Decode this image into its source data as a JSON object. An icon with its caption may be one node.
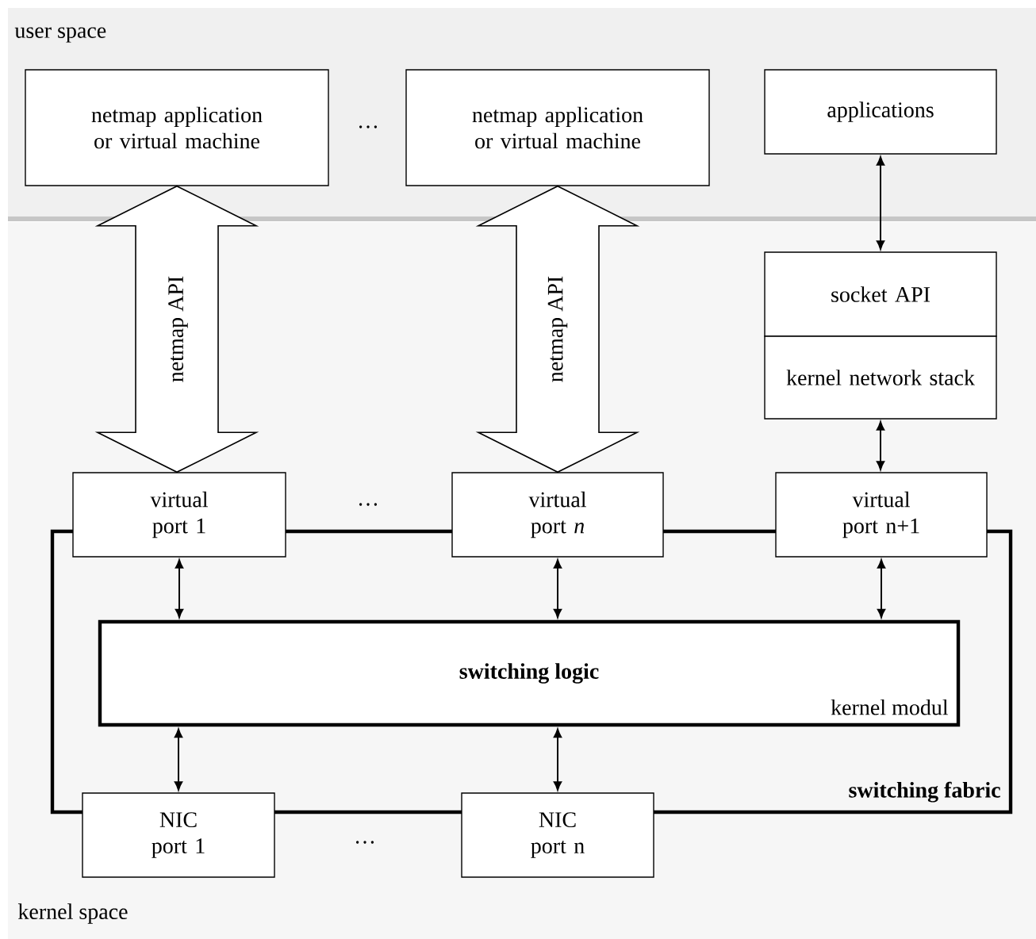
{
  "diagram": {
    "nodes": [
      {
        "text": [
          "user space"
        ]
      },
      {
        "text": [
          "netmap application or virtual machine"
        ],
        "in": 0
      },
      {
        "text": [
          "netmap application or virtual machine"
        ],
        "in": 0
      },
      {
        "text": [
          "applications"
        ],
        "in": 0
      },
      {
        "text": [
          "kernel space"
        ]
      },
      {
        "text": [
          "socket API"
        ],
        "in": 4
      },
      {
        "text": [
          "kernel network stack"
        ],
        "in": 4
      },
      {
        "text": [
          "switching fabric"
        ],
        "in": 4
      },
      {
        "text": [
          "virtual port 1"
        ],
        "in": 4
      },
      {
        "text": [
          "virtual port *n*"
        ],
        "in": 4
      },
      {
        "text": [
          "virtual port n+1"
        ],
        "in": 4
      },
      {
        "text": [
          "switching logic",
          "kernel modul"
        ],
        "in": 7
      },
      {
        "text": [
          "NIC port 1"
        ],
        "in": 4
      },
      {
        "text": [
          "NIC port n"
        ],
        "in": 4
      }
    ],
    "edges": [
      {
        "from": 1,
        "to": 8,
        "arrow": "both",
        "label": "netmap API",
        "style": "thick"
      },
      {
        "from": 2,
        "to": 9,
        "arrow": "both",
        "label": "netmap API",
        "style": "thick"
      },
      {
        "from": 3,
        "to": 5,
        "arrow": "both"
      },
      {
        "from": 6,
        "to": 10,
        "arrow": "both"
      },
      {
        "from": 8,
        "to": 11,
        "arrow": "both"
      },
      {
        "from": 9,
        "to": 11,
        "arrow": "both"
      },
      {
        "from": 10,
        "to": 11,
        "arrow": "both"
      },
      {
        "from": 11,
        "to": 12,
        "arrow": "both"
      },
      {
        "from": 11,
        "to": 13,
        "arrow": "both"
      }
    ],
    "labels": [
      "…",
      "…",
      "…"
    ]
  }
}
